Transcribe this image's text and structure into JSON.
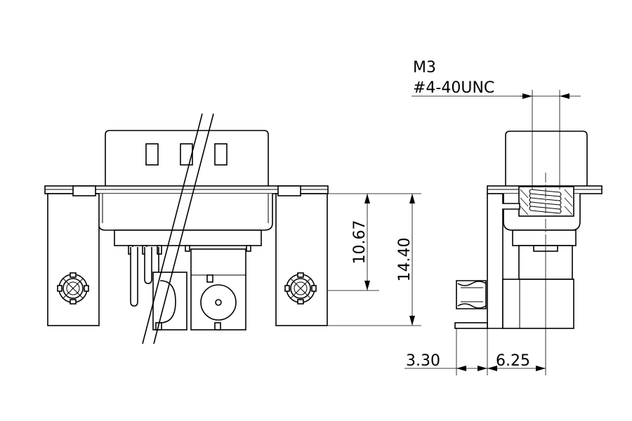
{
  "annotations": {
    "thread_metric": "M3",
    "thread_unc": "#4-40UNC"
  },
  "dimensions": {
    "height_a": "10.67",
    "height_b": "14.40",
    "offset_left": "3.30",
    "offset_right": "6.25"
  }
}
